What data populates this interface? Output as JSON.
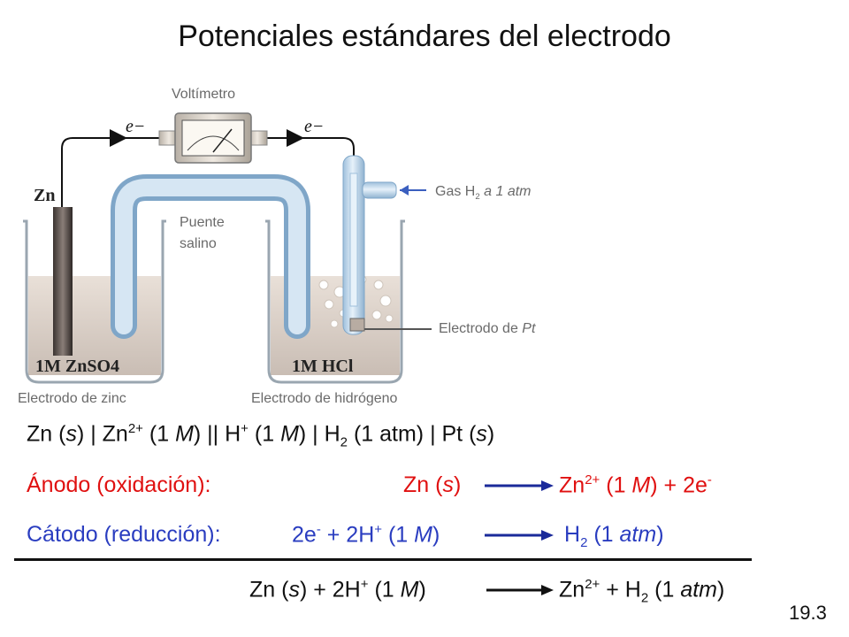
{
  "title": "Potenciales estándares del electrodo",
  "diagram": {
    "voltmeter": "Voltímetro",
    "electron_left": "e−",
    "electron_right": "e−",
    "zn_label": "Zn",
    "salt_bridge_1": "Puente",
    "salt_bridge_2": "salino",
    "gas_h2": "Gas H",
    "gas_h2_sub": "2",
    "gas_h2_tail": " a 1 atm",
    "pt_electrode": "Electrodo de ",
    "pt_electrode_italic": "Pt",
    "beaker_left": "1M ZnSO4",
    "beaker_right": "1M HCl",
    "zinc_electrode": "Electrodo de zinc",
    "hydrogen_electrode": "Electrodo de hidrógeno"
  },
  "cell_notation": {
    "a": "Zn (",
    "b": "s",
    "c": ") | Zn",
    "d": "2+",
    "e": " (1 ",
    "f": "M",
    "g": ") || H",
    "h": "+",
    "i": " (1 ",
    "j": "M",
    "k": ") | H",
    "l": "2",
    "m": " (1 atm) | Pt (",
    "n": "s",
    "o": ")"
  },
  "anode": {
    "label": "Ánodo (oxidación):",
    "left_a": "Zn (",
    "left_b": "s",
    "left_c": ")",
    "right_a": "Zn",
    "right_b": "2+",
    "right_c": " (1 ",
    "right_d": "M",
    "right_e": ") + 2e",
    "right_f": "-"
  },
  "cathode": {
    "label": "Cátodo (reducción):",
    "left_a": "2e",
    "left_b": "-",
    "left_c": " + 2H",
    "left_d": "+",
    "left_e": " (1 ",
    "left_f": "M",
    "left_g": ")",
    "right_a": "H",
    "right_b": "2",
    "right_c": " (1 ",
    "right_d": "atm",
    "right_e": ")"
  },
  "overall": {
    "left_a": "Zn (",
    "left_b": "s",
    "left_c": ") + 2H",
    "left_d": "+",
    "left_e": " (1 ",
    "left_f": "M",
    "left_g": ")",
    "right_a": "Zn",
    "right_b": "2+",
    "right_c": " + H",
    "right_d": "2",
    "right_e": " (1 ",
    "right_f": "atm",
    "right_g": ")"
  },
  "section_number": "19.3",
  "colors": {
    "anode": "#e01010",
    "cathode": "#2a3dc0",
    "arrow": "#1a2a9a"
  }
}
